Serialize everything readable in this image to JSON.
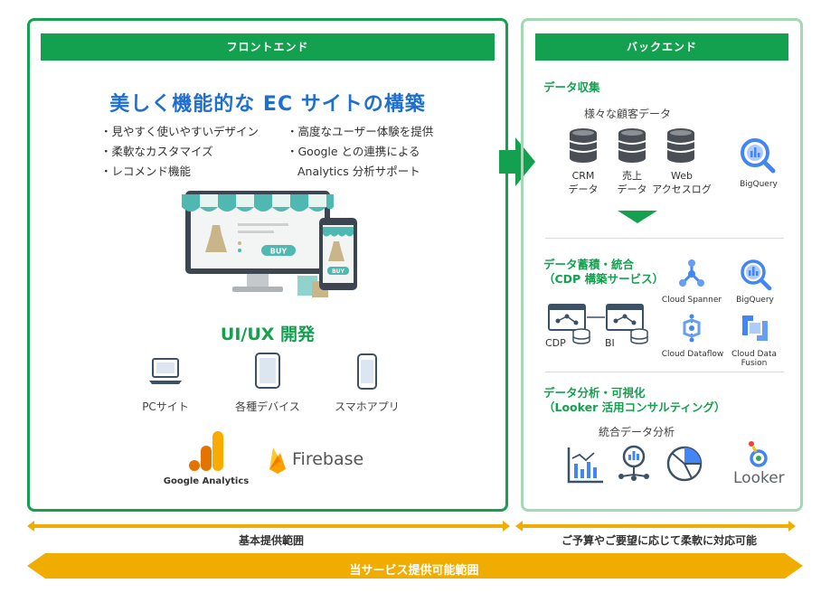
{
  "frontend": {
    "header": "フロントエンド",
    "title": "美しく機能的な EC サイトの構築",
    "bullets_left": [
      "・見やすく使いやすいデザイン",
      "・柔軟なカスタマイズ",
      "・レコメンド機能"
    ],
    "bullets_right": [
      "・高度なユーザー体験を提供",
      "・Google との連携による",
      "Analytics 分析サポート"
    ],
    "buy_label": "BUY",
    "uiux_title": "UI/UX 開発",
    "devices": [
      "PCサイト",
      "各種デバイス",
      "スマホアプリ"
    ],
    "google_analytics": "Google Analytics",
    "firebase": "Firebase"
  },
  "backend": {
    "header": "バックエンド",
    "collect": {
      "title": "データ収集",
      "subtitle": "様々な顧客データ",
      "sources": [
        {
          "line1": "CRM",
          "line2": "データ"
        },
        {
          "line1": "売上",
          "line2": "データ"
        },
        {
          "line1": "Web",
          "line2": "アクセスログ"
        }
      ],
      "bigquery": "BigQuery"
    },
    "integrate": {
      "title_line1": "データ蓄積・統合",
      "title_line2": "（CDP 構築サービス）",
      "cdp": "CDP",
      "bi": "BI",
      "services": [
        "Cloud Spanner",
        "BigQuery",
        "Cloud Dataflow",
        "Cloud Data Fusion"
      ]
    },
    "analyze": {
      "title_line1": "データ分析・可視化",
      "title_line2": "（Looker 活用コンサルティング）",
      "subtitle": "統合データ分析",
      "looker": "Looker"
    }
  },
  "bottom": {
    "left_range": "基本提供範囲",
    "right_range": "ご予算やご要望に応じて柔軟に対応可能",
    "service_range": "当サービス提供可能範囲"
  },
  "colors": {
    "green": "#13a14f",
    "light_green": "#a4d8b5",
    "blue": "#1e6fd0",
    "gold": "#f0ad00"
  }
}
